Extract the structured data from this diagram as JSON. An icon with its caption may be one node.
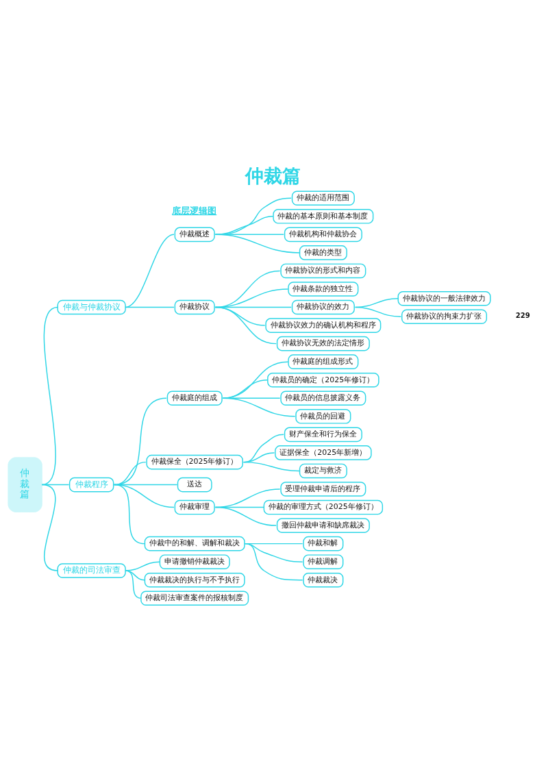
{
  "diagram": {
    "title": "仲裁篇",
    "nodes": [
      {
        "text": [
          "仲裁篇"
        ]
      },
      {
        "text": [
          "仲裁与仲裁协议"
        ]
      },
      {
        "text": [
          "仲裁概述"
        ]
      },
      {
        "text": [
          "仲裁的适用范围"
        ]
      },
      {
        "text": [
          "仲裁的基本原则和基本制度"
        ]
      },
      {
        "text": [
          "仲裁机构和仲裁协会"
        ]
      },
      {
        "text": [
          "仲裁的类型"
        ]
      },
      {
        "text": [
          "仲裁协议"
        ]
      },
      {
        "text": [
          "仲裁协议的形式和内容"
        ]
      },
      {
        "text": [
          "仲裁条款的独立性"
        ]
      },
      {
        "text": [
          "仲裁协议的效力"
        ]
      },
      {
        "text": [
          "仲裁协议的一般法律效力"
        ]
      },
      {
        "text": [
          "仲裁协议的拘束力扩张"
        ]
      },
      {
        "text": [
          "仲裁协议效力的确认机构和程序"
        ]
      },
      {
        "text": [
          "仲裁协议无效的法定情形"
        ]
      },
      {
        "text": [
          "仲裁程序"
        ]
      },
      {
        "text": [
          "仲裁庭的组成"
        ]
      },
      {
        "text": [
          "仲裁庭的组成形式"
        ]
      },
      {
        "text": [
          "仲裁员的确定（2025年修订）"
        ]
      },
      {
        "text": [
          "仲裁员的信息披露义务"
        ]
      },
      {
        "text": [
          "仲裁员的回避"
        ]
      },
      {
        "text": [
          "仲裁保全（2025年修订）"
        ]
      },
      {
        "text": [
          "财产保全和行为保全"
        ]
      },
      {
        "text": [
          "证据保全（2025年新增）"
        ]
      },
      {
        "text": [
          "裁定与救济"
        ]
      },
      {
        "text": [
          "送达"
        ]
      },
      {
        "text": [
          "仲裁审理"
        ]
      },
      {
        "text": [
          "受理仲裁申请后的程序"
        ]
      },
      {
        "text": [
          "仲裁的审理方式（2025年修订）"
        ]
      },
      {
        "text": [
          "撤回仲裁申请和缺席裁决"
        ]
      },
      {
        "text": [
          "仲裁中的和解、调解和裁决"
        ]
      },
      {
        "text": [
          "仲裁和解"
        ]
      },
      {
        "text": [
          "仲裁调解"
        ]
      },
      {
        "text": [
          "仲裁裁决"
        ]
      },
      {
        "text": [
          "仲裁的司法审查"
        ]
      },
      {
        "text": [
          "申请撤销仲裁裁决"
        ]
      },
      {
        "text": [
          "仲裁裁决的执行与不予执行"
        ]
      },
      {
        "text": [
          "仲裁司法审查案件的报核制度"
        ]
      }
    ],
    "edges": [
      {
        "from": 0,
        "to": 1,
        "arrow": "none"
      },
      {
        "from": 1,
        "to": 2,
        "arrow": "none"
      },
      {
        "from": 2,
        "to": 3,
        "arrow": "none"
      },
      {
        "from": 2,
        "to": 4,
        "arrow": "none"
      },
      {
        "from": 2,
        "to": 5,
        "arrow": "none"
      },
      {
        "from": 2,
        "to": 6,
        "arrow": "none"
      },
      {
        "from": 1,
        "to": 7,
        "arrow": "none"
      },
      {
        "from": 7,
        "to": 8,
        "arrow": "none"
      },
      {
        "from": 7,
        "to": 9,
        "arrow": "none"
      },
      {
        "from": 7,
        "to": 10,
        "arrow": "none"
      },
      {
        "from": 10,
        "to": 11,
        "arrow": "none"
      },
      {
        "from": 10,
        "to": 12,
        "arrow": "none"
      },
      {
        "from": 7,
        "to": 13,
        "arrow": "none"
      },
      {
        "from": 7,
        "to": 14,
        "arrow": "none"
      },
      {
        "from": 0,
        "to": 15,
        "arrow": "none"
      },
      {
        "from": 15,
        "to": 16,
        "arrow": "none"
      },
      {
        "from": 16,
        "to": 17,
        "arrow": "none"
      },
      {
        "from": 16,
        "to": 18,
        "arrow": "none"
      },
      {
        "from": 16,
        "to": 19,
        "arrow": "none"
      },
      {
        "from": 16,
        "to": 20,
        "arrow": "none"
      },
      {
        "from": 15,
        "to": 21,
        "arrow": "none"
      },
      {
        "from": 21,
        "to": 22,
        "arrow": "none"
      },
      {
        "from": 21,
        "to": 23,
        "arrow": "none"
      },
      {
        "from": 21,
        "to": 24,
        "arrow": "none"
      },
      {
        "from": 15,
        "to": 25,
        "arrow": "none"
      },
      {
        "from": 15,
        "to": 26,
        "arrow": "none"
      },
      {
        "from": 26,
        "to": 27,
        "arrow": "none"
      },
      {
        "from": 26,
        "to": 28,
        "arrow": "none"
      },
      {
        "from": 26,
        "to": 29,
        "arrow": "none"
      },
      {
        "from": 15,
        "to": 30,
        "arrow": "none"
      },
      {
        "from": 30,
        "to": 31,
        "arrow": "none"
      },
      {
        "from": 30,
        "to": 32,
        "arrow": "none"
      },
      {
        "from": 30,
        "to": 33,
        "arrow": "none"
      },
      {
        "from": 0,
        "to": 34,
        "arrow": "none"
      },
      {
        "from": 34,
        "to": 35,
        "arrow": "none"
      },
      {
        "from": 34,
        "to": 36,
        "arrow": "none"
      },
      {
        "from": 34,
        "to": 37,
        "arrow": "none"
      }
    ],
    "labels": [
      "底层逻辑图",
      "229"
    ]
  }
}
